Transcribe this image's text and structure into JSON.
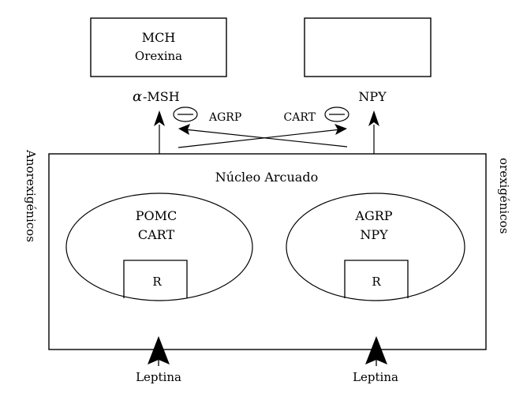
{
  "diagram": {
    "top_left_box": {
      "line1": "MCH",
      "line2": "Orexina"
    },
    "top_right_box": {
      "line1": "",
      "line2": ""
    },
    "left_output": {
      "greek": "α",
      "label": "-MSH"
    },
    "right_output": {
      "label": "NPY"
    },
    "left_inhibitor": {
      "symbol": "minus-in-ellipse",
      "label": "AGRP"
    },
    "right_inhibitor": {
      "symbol": "minus-in-ellipse",
      "label": "CART"
    },
    "main_box": {
      "title": "Núcleo Arcuado"
    },
    "left_neuron": {
      "line1": "POMC",
      "line2": "CART",
      "receptor": "R"
    },
    "right_neuron": {
      "line1": "AGRP",
      "line2": "NPY",
      "receptor": "R"
    },
    "left_side_label": "Anorexigénicos",
    "right_side_label": "orexigénicos",
    "left_input": "Leptina",
    "right_input": "Leptina",
    "colors": {
      "stroke": "#000000",
      "background": "#ffffff"
    }
  }
}
